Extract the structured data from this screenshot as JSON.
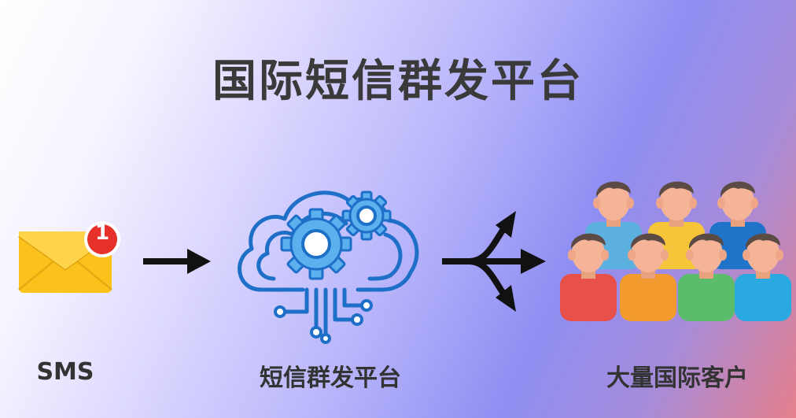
{
  "title": "国际短信群发平台",
  "labels": {
    "sms": "SMS",
    "platform": "短信群发平台",
    "customers": "大量国际客户"
  },
  "envelope": {
    "badge_count": "1"
  },
  "icons": {
    "envelope": "envelope-icon",
    "badge": "notification-badge",
    "cloud": "cloud-gear-icon",
    "customers": "crowd-icon",
    "arrow": "arrow-right-icon",
    "split_arrow": "split-arrow-icon"
  },
  "colors": {
    "envelope": "#f9c41a",
    "badge": "#e8302a",
    "cloud_stroke": "#1e6fc8",
    "gear_fill": "#5bb0ee",
    "people": [
      "#e8504a",
      "#f29a2e",
      "#5bbc6c",
      "#2aa8e0",
      "#f7c53a",
      "#1f74c9",
      "#5cb0e0"
    ]
  }
}
